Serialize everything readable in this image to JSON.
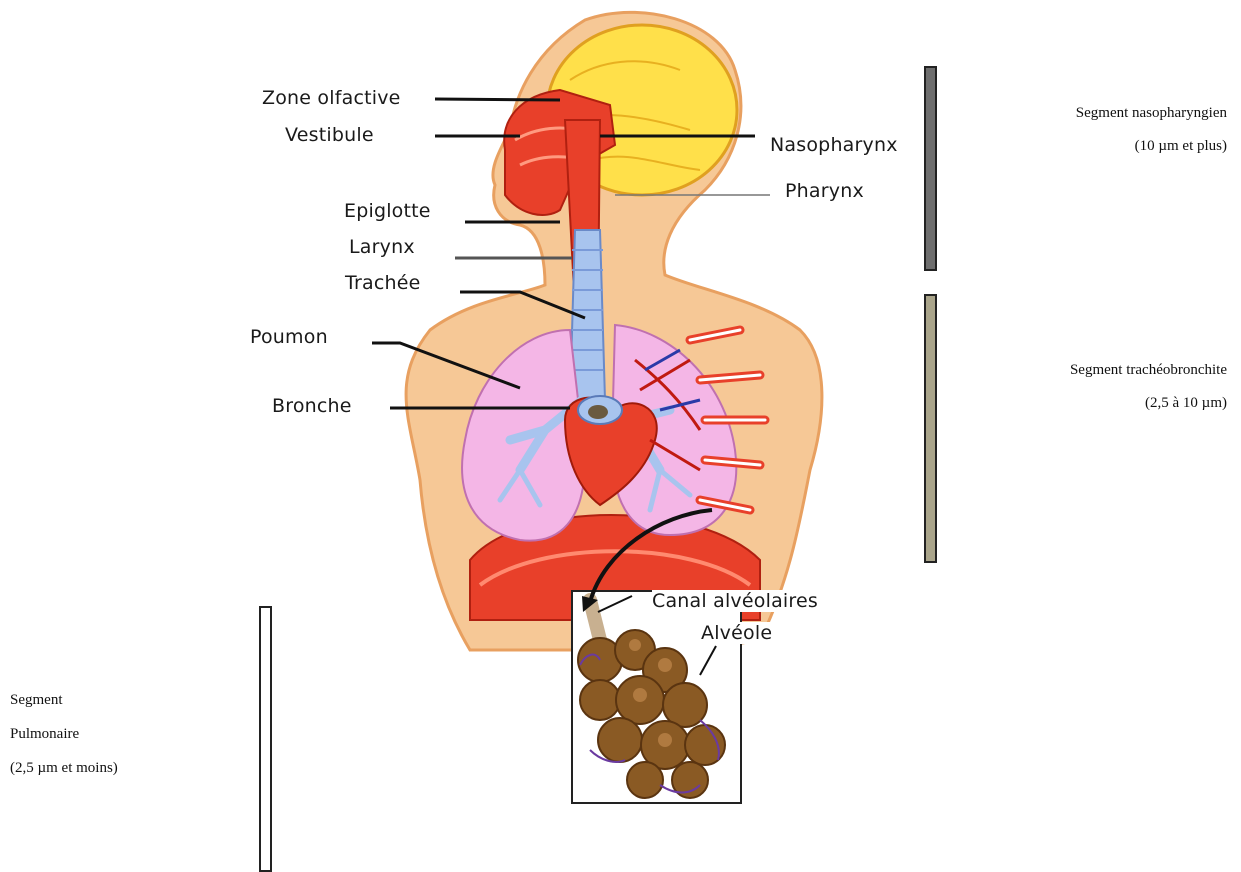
{
  "labels": {
    "zone_olfactive": "Zone olfactive",
    "vestibule": "Vestibule",
    "epiglotte": "Epiglotte",
    "larynx": "Larynx",
    "trachee": "Trachée",
    "poumon": "Poumon",
    "bronche": "Bronche",
    "nasopharynx": "Nasopharynx",
    "pharynx": "Pharynx",
    "canal_alveolaires": "Canal alvéolaires",
    "alveole": "Alvéole"
  },
  "segments": {
    "nasopharyngien": {
      "name": "Segment nasopharyngien",
      "size": "(10 µm et plus)",
      "color": "#6e6e6e"
    },
    "tracheobronchite": {
      "name": "Segment trachéobronchite",
      "size": "(2,5 à 10 µm)",
      "color": "#a9a48a"
    },
    "pulmonaire": {
      "line1": "Segment",
      "line2": "Pulmonaire",
      "size": "(2,5 µm et moins)",
      "color": "#ffffff"
    }
  },
  "colors": {
    "skin": "#f6c896",
    "brain": "#ffe04a",
    "tissue_red": "#e8402a",
    "lung_pink": "#f4b6e6",
    "airway_blue": "#a8c4ee",
    "alveoli_brown": "#8a5a24"
  }
}
